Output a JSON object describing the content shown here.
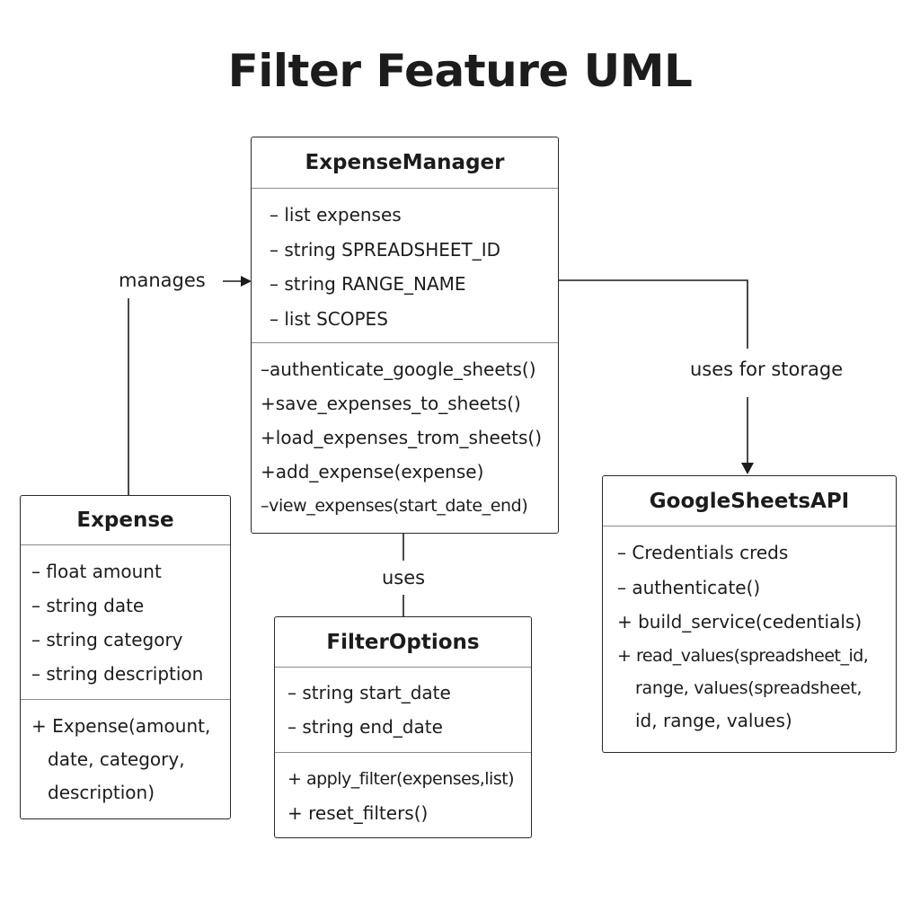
{
  "diagram": {
    "title": "Filter Feature UML",
    "classes": {
      "expense_manager": {
        "name": "ExpenseManager",
        "attributes": [
          "– list expenses",
          "– string SPREADSHEET_ID",
          "– string RANGE_NAME",
          "– list SCOPES"
        ],
        "methods": [
          "–authenticate_google_sheets()",
          "+save_expenses_to_sheets()",
          "+load_expenses_trom_sheets()",
          "+add_expense(expense)",
          "–view_expenses(start_date_end)"
        ]
      },
      "expense": {
        "name": "Expense",
        "attributes": [
          "– float amount",
          "– string date",
          "– string category",
          "– string description"
        ],
        "methods": [
          "+ Expense(amount,",
          "date, category,",
          "description)"
        ]
      },
      "filter_options": {
        "name": "FilterOptions",
        "attributes": [
          "– string start_date",
          "– string end_date"
        ],
        "methods": [
          "+ apply_filter(expenses,list)",
          "+ reset_filters()"
        ]
      },
      "google_sheets_api": {
        "name": "GoogleSheetsAPI",
        "attributes": [
          "– Credentials creds",
          "– authenticate()",
          "+ build_service(cedentials)",
          "+ read_values(spreadsheet_id,",
          "range, values(spreadsheet,",
          "id, range, values)"
        ]
      }
    },
    "relations": {
      "manages": "manages",
      "uses": "uses",
      "uses_for_storage": "uses for storage"
    }
  }
}
